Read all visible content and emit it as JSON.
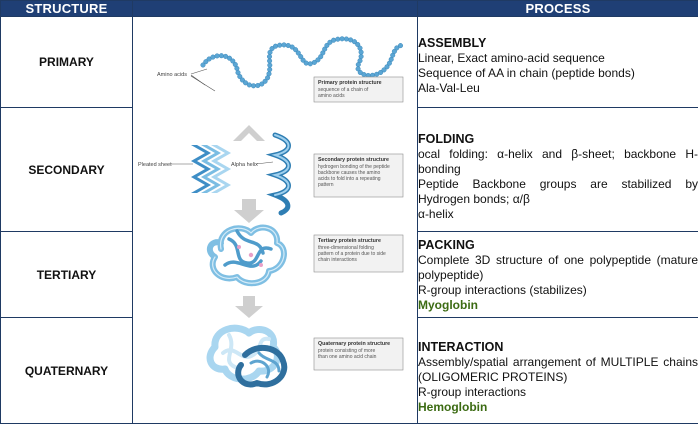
{
  "header": {
    "structure": "STRUCTURE",
    "process": "PROCESS"
  },
  "rows": [
    {
      "structure": "PRIMARY",
      "title": "ASSEMBLY",
      "lines": [
        "Linear, Exact amino-acid sequence",
        "Sequence of AA in chain (peptide bonds)",
        "Ala-Val-Leu"
      ]
    },
    {
      "structure": "SECONDARY",
      "title": "FOLDING",
      "lines": [
        "ocal folding: α-helix and β-sheet; backbone H-bonding",
        "Peptide Backbone groups are stabilized by Hydrogen bonds; α/β",
        "α-helix"
      ]
    },
    {
      "structure": "TERTIARY",
      "title": "PACKING",
      "lines": [
        "Complete 3D structure of one polypeptide (mature polypeptide)",
        "R-group interactions (stabilizes)"
      ],
      "highlight": "Myoglobin"
    },
    {
      "structure": "QUATERNARY",
      "title": "INTERACTION",
      "lines": [
        "Assembly/spatial arrangement of MULTIPLE chains (OLIGOMERIC PROTEINS)",
        "R-group interactions"
      ],
      "highlight": "Hemoglobin"
    }
  ],
  "figure": {
    "amino_acids_label": "Amino acids",
    "pleated_sheet_label": "Pleated sheet",
    "alpha_helix_label": "Alpha helix",
    "primary_caption": {
      "title": "Primary protein structure",
      "lines": [
        "sequence of a chain of",
        "amino acids"
      ]
    },
    "secondary_caption": {
      "title": "Secondary protein structure",
      "lines": [
        "hydrogen bonding of the peptide",
        "backbone causes the amino",
        "acids to fold into a repeating",
        "pattern"
      ]
    },
    "tertiary_caption": {
      "title": "Tertiary protein structure",
      "lines": [
        "three-dimensional folding",
        "pattern of a protein due to side",
        "chain interactions"
      ]
    },
    "quaternary_caption": {
      "title": "Quaternary protein structure",
      "lines": [
        "protein consisting of more",
        "than one amino acid chain"
      ]
    },
    "colors": {
      "bead": "#5ba6d4",
      "bead_dark": "#2f7eb3",
      "arrow": "#cfcfcf",
      "header": "#1f3f75",
      "highlight": "#3c6b13"
    }
  }
}
